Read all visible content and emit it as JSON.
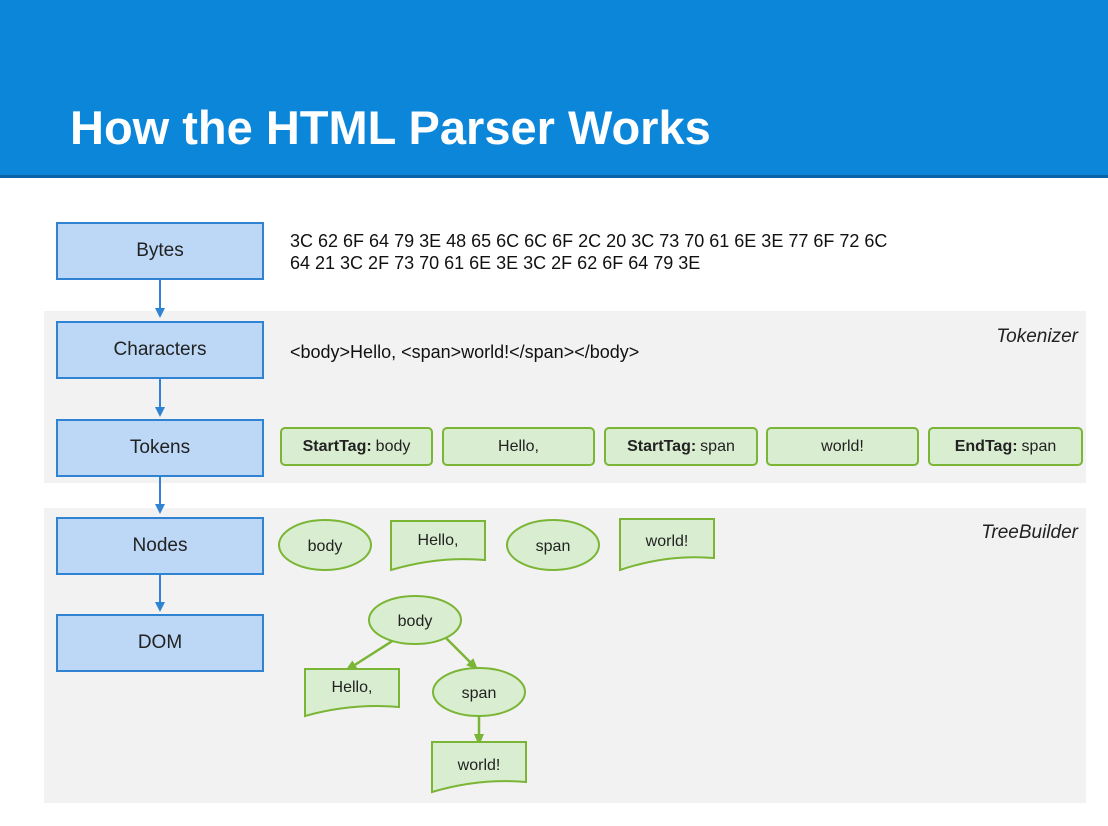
{
  "title": "How the HTML Parser Works",
  "stages": [
    "Bytes",
    "Characters",
    "Tokens",
    "Nodes",
    "DOM"
  ],
  "bytes_line1": "3C 62 6F 64 79 3E 48 65 6C 6C 6F 2C 20 3C 73 70 61 6E 3E 77 6F 72 6C",
  "bytes_line2": "64 21 3C 2F 73 70 61 6E 3E 3C 2F 62 6F 64 79 3E",
  "characters": "<body>Hello, <span>world!</span></body>",
  "tokenizer_label": "Tokenizer",
  "treebuilder_label": "TreeBuilder",
  "tokens": [
    {
      "kind": "StartTag:",
      "value": "body"
    },
    {
      "kind": "",
      "value": "Hello,"
    },
    {
      "kind": "StartTag:",
      "value": "span"
    },
    {
      "kind": "",
      "value": "world!"
    },
    {
      "kind": "EndTag:",
      "value": "span"
    }
  ],
  "nodes": [
    {
      "shape": "ellipse",
      "label": "body"
    },
    {
      "shape": "document",
      "label": "Hello,"
    },
    {
      "shape": "ellipse",
      "label": "span"
    },
    {
      "shape": "document",
      "label": "world!"
    }
  ],
  "dom": {
    "root": "body",
    "children": [
      "Hello,",
      "span"
    ],
    "grandchild": "world!"
  },
  "colors": {
    "header": "#0b86d9",
    "stage_fill": "#bcd8f6",
    "stage_border": "#2f83d2",
    "token_fill": "#d9edd1",
    "token_border": "#7ab535",
    "band": "#f2f2f2"
  }
}
